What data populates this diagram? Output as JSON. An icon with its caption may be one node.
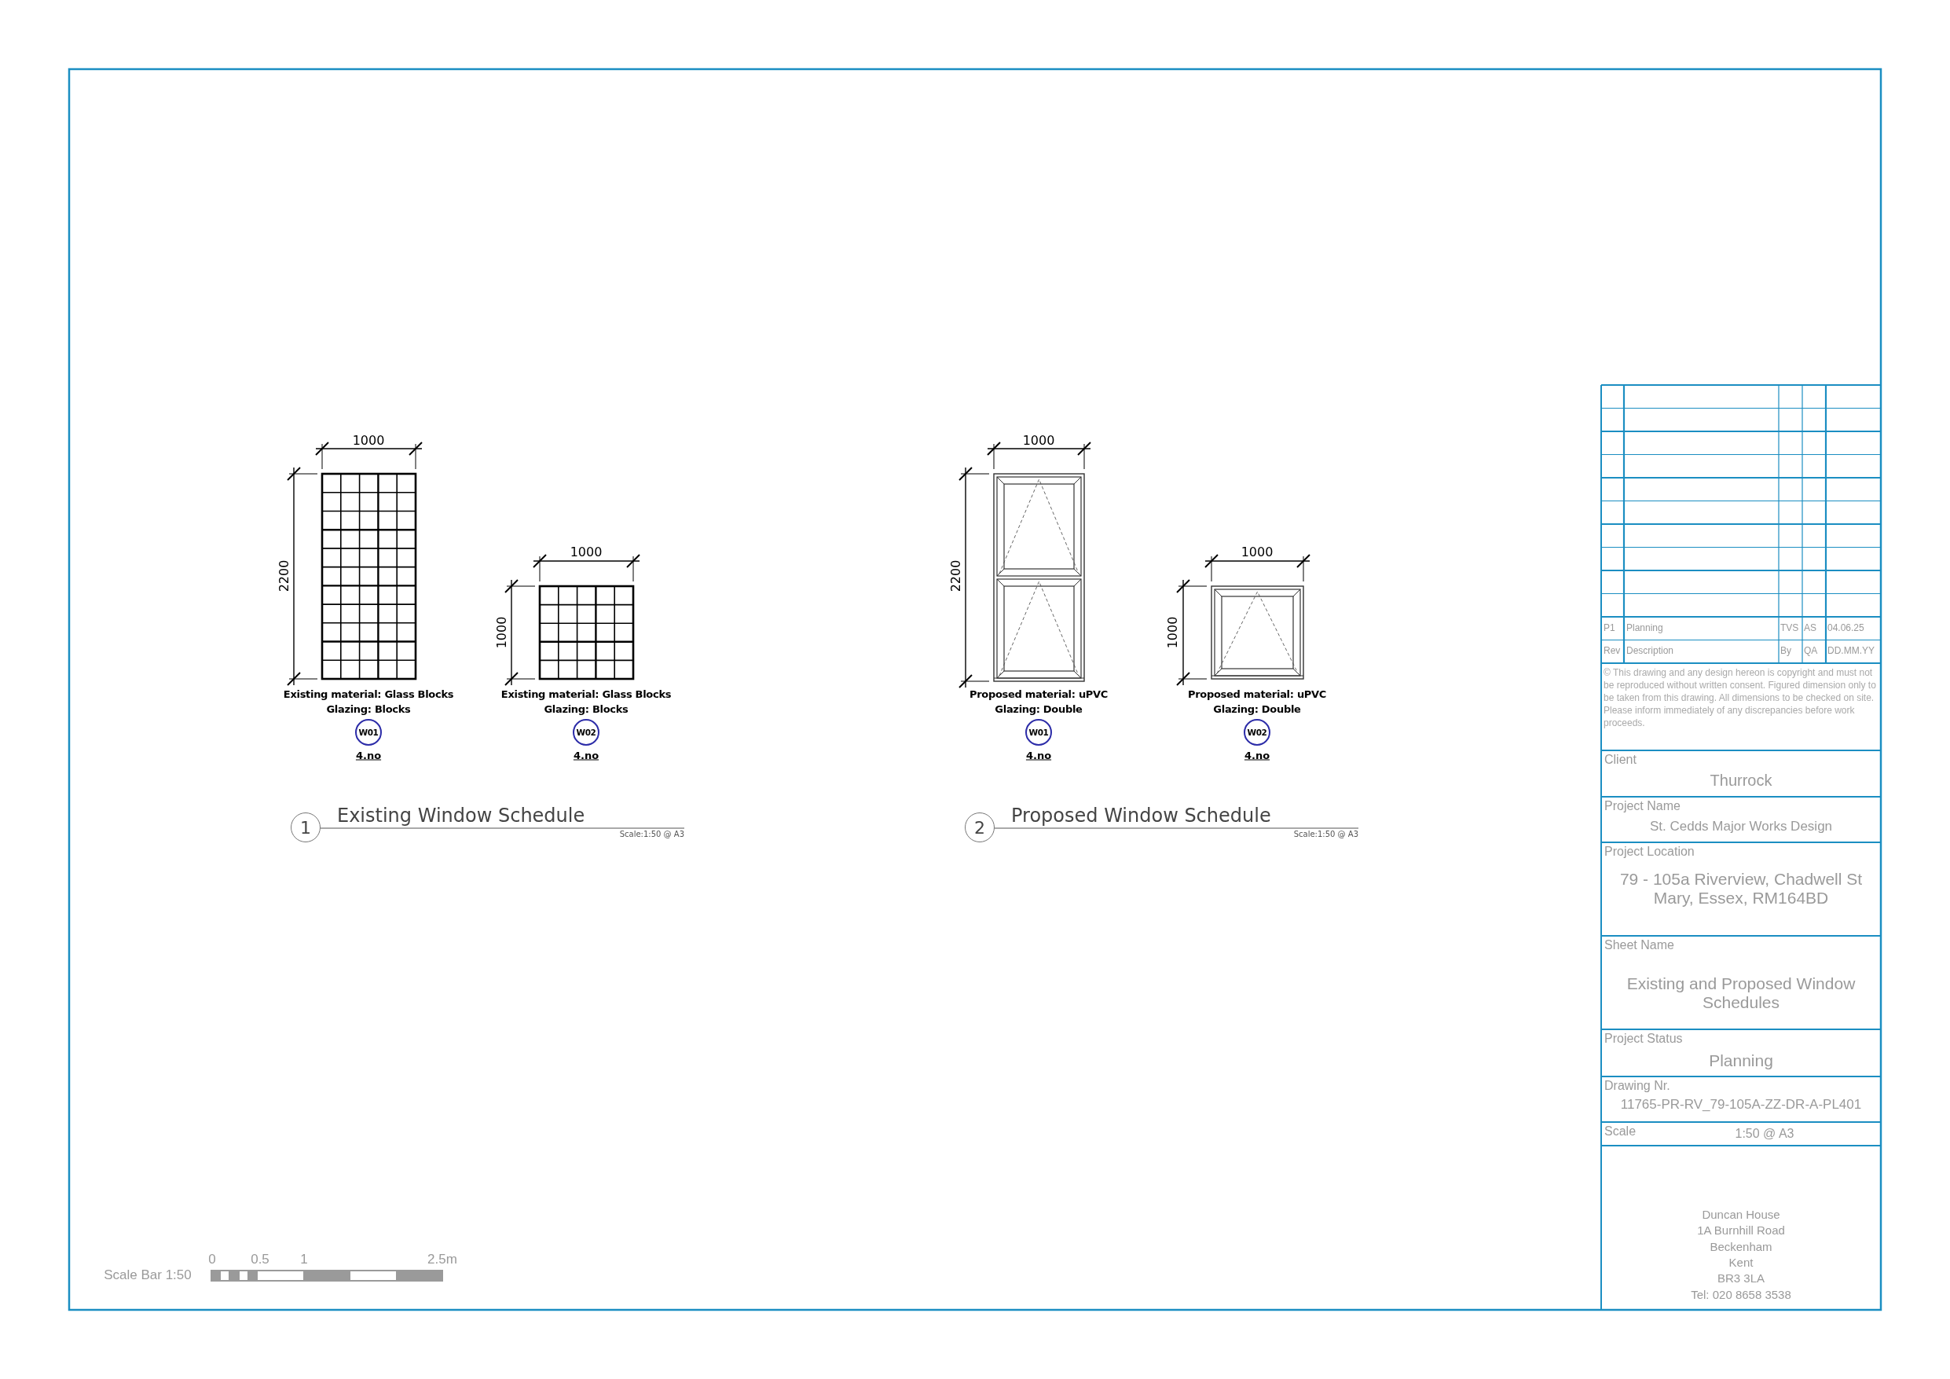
{
  "diagram": {
    "nodes": [
      {
        "text": [
          "W01"
        ],
        "beside": [
          "Existing material: Glass Blocks",
          "Glazing: Blocks",
          "4.no"
        ]
      },
      {
        "text": [
          "W02"
        ],
        "beside": [
          "Existing material: Glass Blocks",
          "Glazing: Blocks",
          "4.no"
        ]
      },
      {
        "text": [
          "W01"
        ],
        "beside": [
          "Proposed material: uPVC",
          "Glazing: Double",
          "4.no"
        ]
      },
      {
        "text": [
          "W02"
        ],
        "beside": [
          "Proposed material: uPVC",
          "Glazing: Double",
          "4.no"
        ]
      },
      {
        "text": [
          "1"
        ],
        "beside": [
          "Existing Window Schedule"
        ]
      },
      {
        "text": [
          "2"
        ],
        "beside": [
          "Proposed Window Schedule"
        ]
      },
      {
        "text": [
          "© This drawing and any design hereon is copyright and must not be reproduced without written consent. Figured dimension only to be taken from this drawing. All dimensions to be checked on site. Please inform immediately of any discrepancies before work proceeds."
        ]
      },
      {
        "text": [
          "Client",
          "Thurrock"
        ]
      },
      {
        "text": [
          "Project Name",
          "St. Cedds Major Works Design"
        ]
      },
      {
        "text": [
          "Project Location",
          "79 - 105a Riverview, Chadwell St Mary, Essex, RM164BD"
        ]
      },
      {
        "text": [
          "Sheet Name",
          "Existing and Proposed Window Schedules"
        ]
      },
      {
        "text": [
          "Project Status",
          "Planning"
        ]
      },
      {
        "text": [
          "Drawing Nr.",
          "11765-PR-RV_79-105A-ZZ-DR-A-PL401"
        ]
      },
      {
        "text": [
          "Scale",
          "1:50 @ A3"
        ]
      },
      {
        "text": [
          "Duncan House",
          "1A Burnhill Road",
          "Beckenham",
          "Kent",
          "BR3 3LA",
          "Tel: 020 8658 3538"
        ]
      }
    ],
    "labels": [
      "P1",
      "Planning",
      "TVS",
      "AS",
      "04.06.25",
      "Rev",
      "Description",
      "By",
      "QA",
      "DD.MM.YY",
      "1000",
      "1000",
      "2200",
      "1000",
      "1000",
      "1000",
      "2200",
      "1000",
      "Scale:1:50 @ A3",
      "Scale:1:50 @ A3",
      "0",
      "0.5",
      "1",
      "2.5m",
      "Scale Bar 1:50"
    ]
  }
}
